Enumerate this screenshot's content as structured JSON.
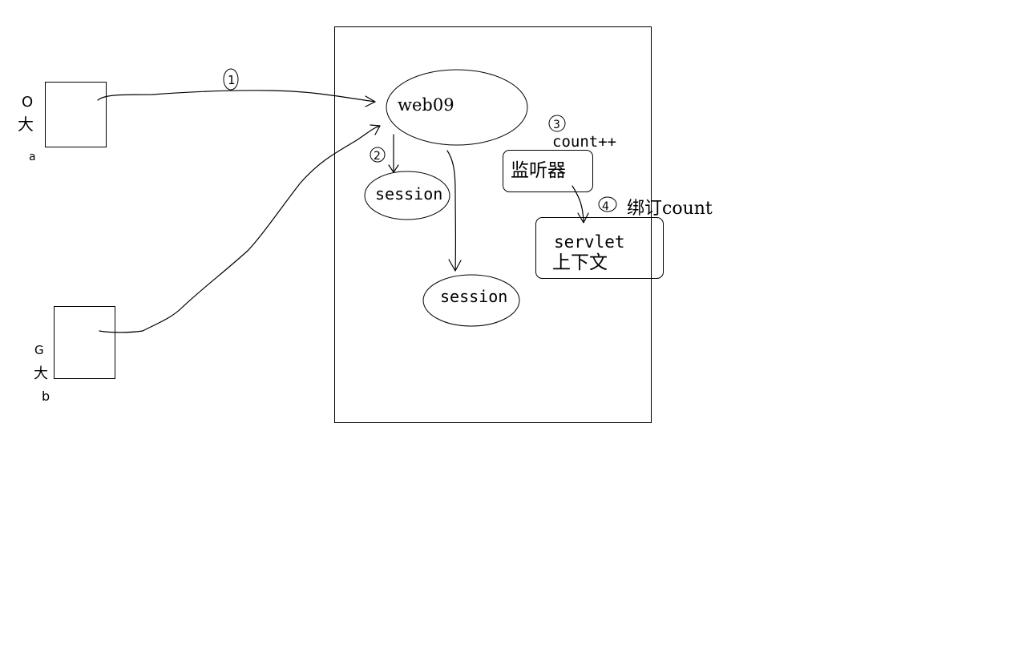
{
  "nodes": {
    "server": "",
    "web09": "web09",
    "session_1": "session",
    "session_2": "session",
    "listener": "监听器",
    "servlet_line1": "servlet",
    "servlet_line2": "上下文"
  },
  "clients": {
    "a": {
      "glyphs": [
        "O",
        "大",
        "a"
      ]
    },
    "b": {
      "glyphs": [
        "G",
        "大",
        "b"
      ]
    }
  },
  "step_labels": {
    "s1": "1",
    "s2": "2",
    "s3": "3",
    "s4": "4"
  },
  "annotations": {
    "count_inc": "count++",
    "bind_count": "绑订count"
  }
}
